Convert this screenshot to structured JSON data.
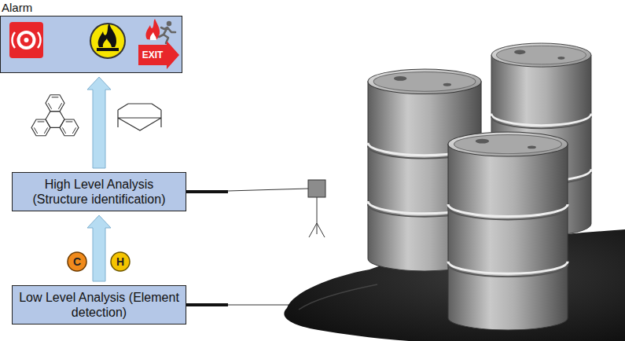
{
  "diagram": {
    "nodes": [
      {
        "text": [
          "Alarm"
        ]
      },
      {
        "text": [
          "High Level Analysis (Structure identification)"
        ]
      },
      {
        "text": [
          "Low Level Analysis (Element detection)"
        ]
      }
    ],
    "edges": [
      {
        "from": 2,
        "to": 1,
        "arrow": "to"
      },
      {
        "from": 1,
        "to": 0,
        "arrow": "to"
      }
    ],
    "labels": [
      "C",
      "H",
      "EXIT"
    ]
  }
}
